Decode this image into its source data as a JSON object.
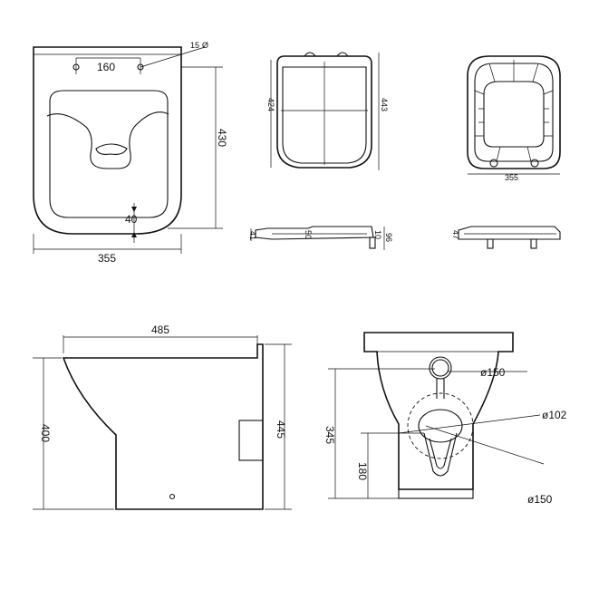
{
  "top_view": {
    "width": "355",
    "depth": "430",
    "hole_spacing": "160",
    "hole_diameter": "15",
    "front_offset": "40"
  },
  "seat_view": {
    "seat_depth": "424",
    "total_depth": "443",
    "side_heights": [
      "41",
      "50",
      "10",
      "96"
    ]
  },
  "seat_underside_view": {
    "width": "355",
    "height": "47"
  },
  "side_view": {
    "length": "485",
    "height": "400",
    "total_height": "445"
  },
  "rear_view": {
    "inlet_diameter": "ø150",
    "outlet_diameter": "ø102",
    "outlet_height": "180",
    "inlet_height": "345",
    "pan_connector_diameter": "ø150"
  },
  "markers": {
    "diameter_symbol": "Ø"
  }
}
